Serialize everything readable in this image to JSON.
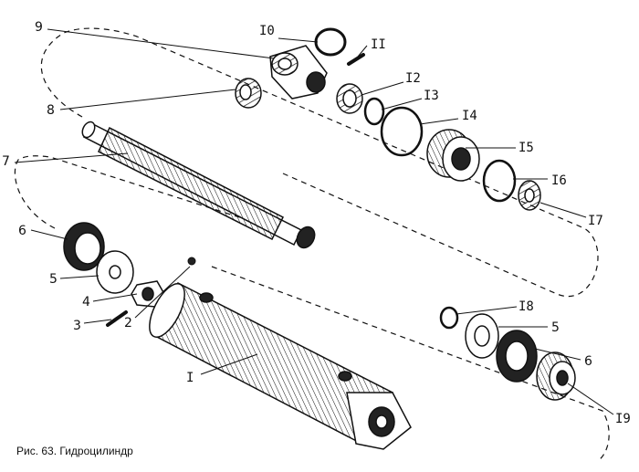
{
  "caption": "Рис. 63. Гидроцилиндр",
  "labels": {
    "p1": "I",
    "p2": "2",
    "p3": "3",
    "p4": "4",
    "p5a": "5",
    "p5b": "5",
    "p6a": "6",
    "p6b": "6",
    "p7": "7",
    "p8": "8",
    "p9": "9",
    "p10": "I0",
    "p11": "II",
    "p12": "I2",
    "p13": "I3",
    "p14": "I4",
    "p15": "I5",
    "p16": "I6",
    "p17": "I7",
    "p18": "I8",
    "p19": "I9"
  },
  "colors": {
    "ink": "#111111",
    "paper": "#ffffff",
    "shade": "#666666"
  }
}
